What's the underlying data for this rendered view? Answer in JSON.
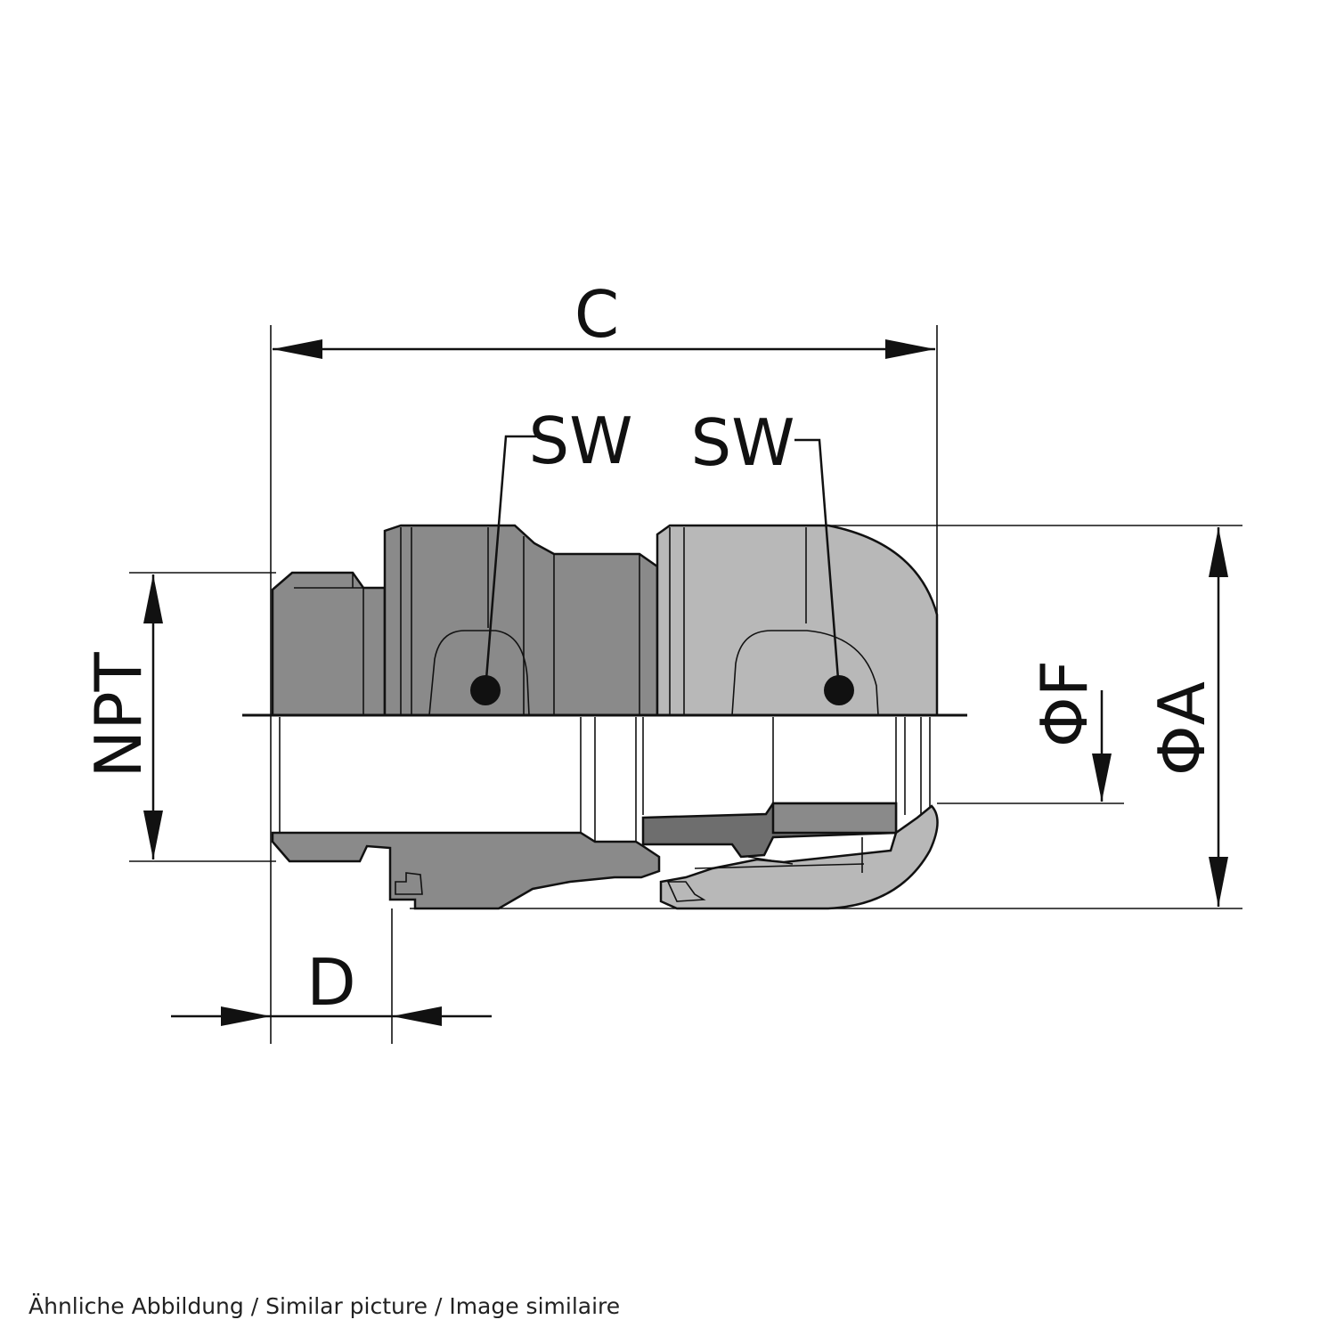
{
  "labels": {
    "c": "C",
    "sw_left": "SW",
    "sw_right": "SW",
    "npt": "NPT",
    "phi_f": "ΦF",
    "phi_a": "ΦA",
    "d": "D"
  },
  "caption": "Ähnliche Abbildung / Similar picture / Image similaire",
  "colors": {
    "dark_part": "#8a8a8a",
    "light_part": "#b8b8b8",
    "line": "#111111",
    "background": "#ffffff"
  }
}
